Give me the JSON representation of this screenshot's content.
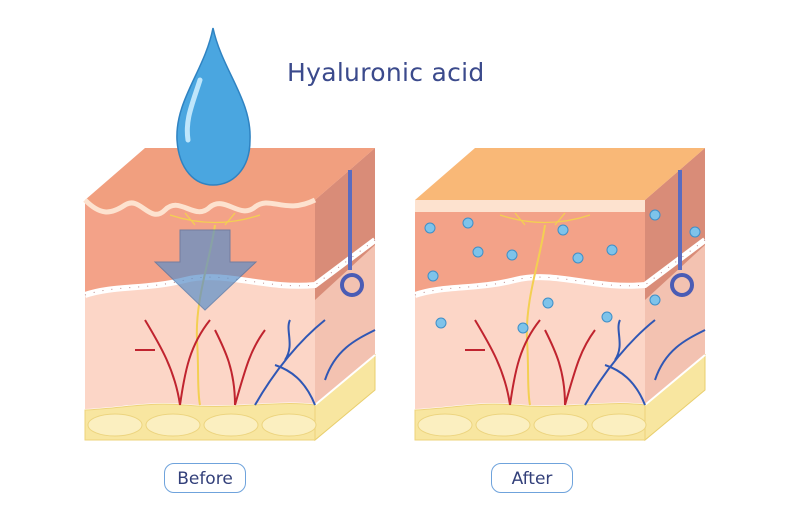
{
  "title": "Hyaluronic acid",
  "labels": {
    "before": "Before",
    "after": "After"
  },
  "colors": {
    "title": "#3b4a8c",
    "pill_border": "#6fa3dc",
    "epidermis": "#f3a288",
    "epidermis_side": "#d98c78",
    "dermis": "#fcd6c7",
    "dermis_side": "#f3c2b1",
    "fat": "#f8e6a0",
    "top_after": "#f9b877",
    "droplet": "#4aa6e0",
    "artery": "#c0242f",
    "vein": "#2f57b5",
    "nerve": "#f3cf52"
  }
}
